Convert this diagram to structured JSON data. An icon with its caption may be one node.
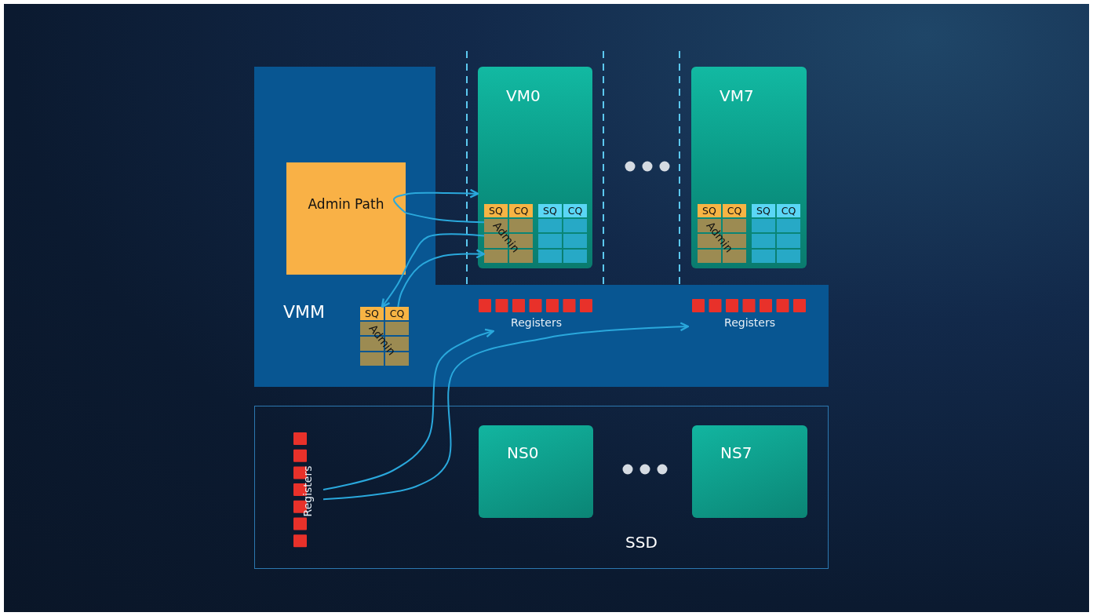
{
  "diagram": {
    "nodes": [
      {
        "text": [
          "VMM"
        ]
      },
      {
        "text": [
          "Admin Path"
        ],
        "in": 0
      },
      {
        "text": [
          "SQ",
          "CQ",
          "Admin"
        ],
        "in": 0
      },
      {
        "text": [
          "VM0"
        ]
      },
      {
        "text": [
          "SQ",
          "CQ",
          "Admin"
        ],
        "in": 3
      },
      {
        "text": [
          "SQ",
          "CQ"
        ],
        "in": 3
      },
      {
        "text": [
          "VM7"
        ]
      },
      {
        "text": [
          "SQ",
          "CQ",
          "Admin"
        ],
        "in": 6
      },
      {
        "text": [
          "SQ",
          "CQ"
        ],
        "in": 6
      },
      {
        "text": [
          "Registers"
        ],
        "in": 0
      },
      {
        "text": [
          "Registers"
        ],
        "in": 0
      },
      {
        "text": [
          "SSD"
        ]
      },
      {
        "text": [
          "Registers"
        ],
        "in": 11
      },
      {
        "text": [
          "NS0"
        ],
        "in": 11
      },
      {
        "text": [
          "NS7"
        ],
        "in": 11
      }
    ],
    "edges": [
      {
        "from": 4,
        "to": 1,
        "arrow": "none"
      },
      {
        "from": 1,
        "to": 3,
        "arrow": "to"
      },
      {
        "from": 4,
        "to": 2,
        "arrow": "to"
      },
      {
        "from": 2,
        "to": 4,
        "arrow": "to"
      },
      {
        "from": 12,
        "to": 9,
        "arrow": "to"
      },
      {
        "from": 12,
        "to": 10,
        "arrow": "to"
      }
    ]
  }
}
